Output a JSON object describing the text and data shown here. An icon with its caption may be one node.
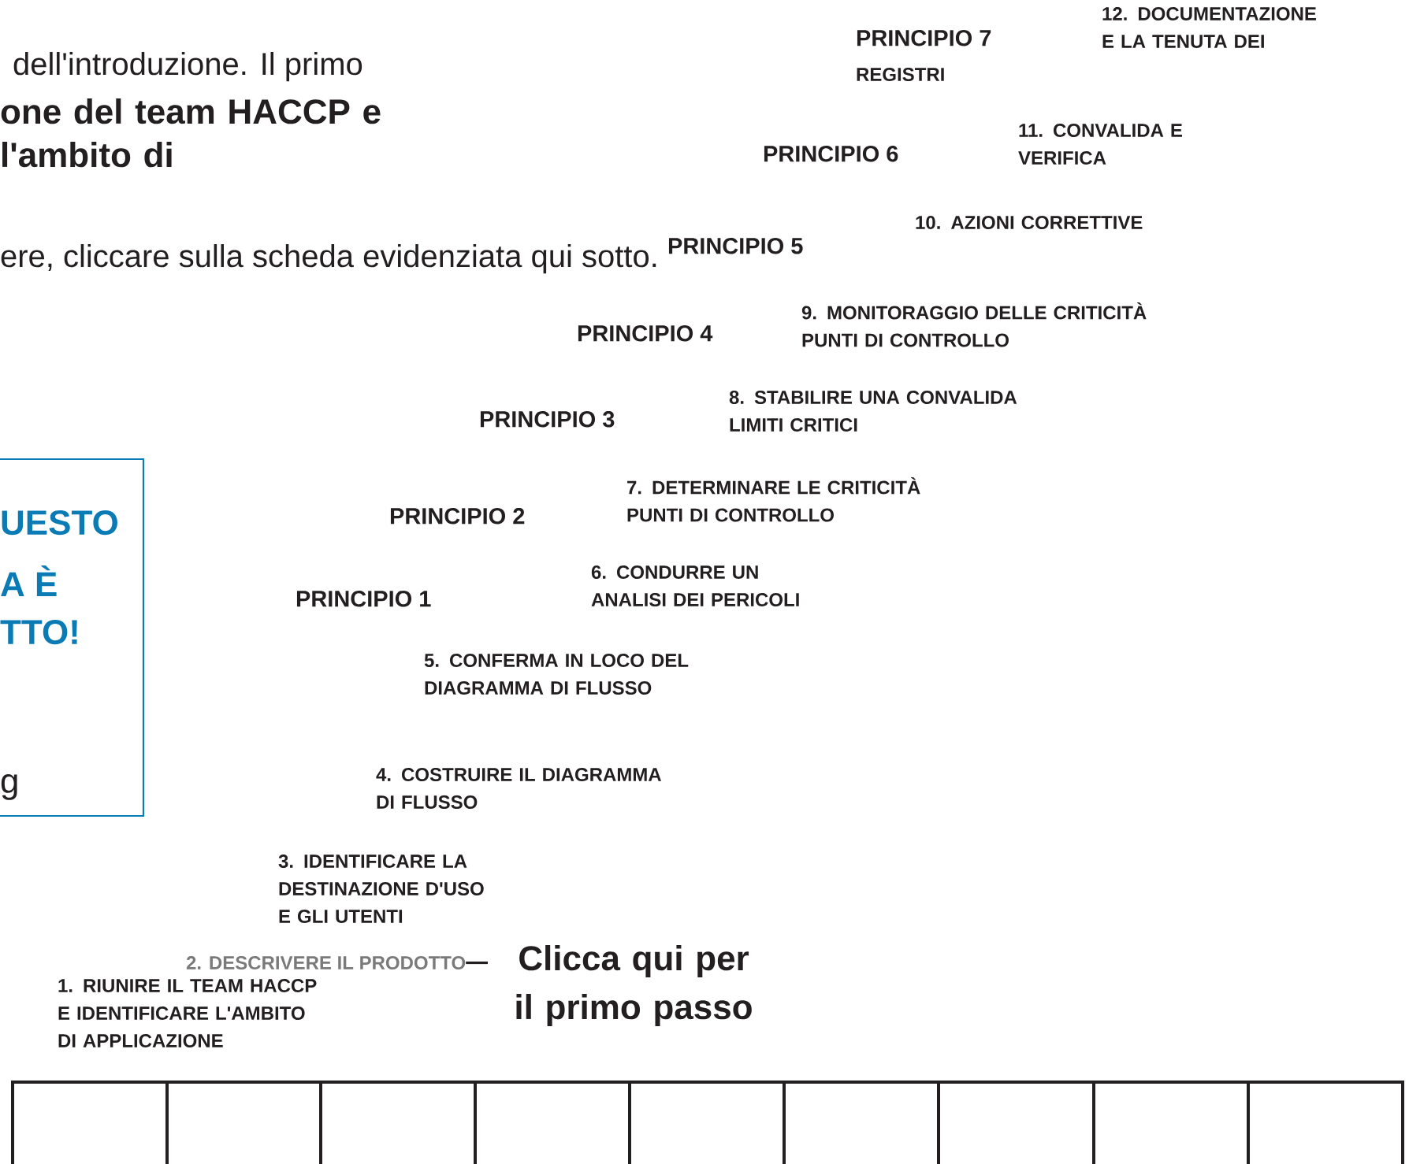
{
  "diagram": {
    "nodes": [
      {
        "text": [
          "UESTO",
          "**A** È",
          "TTO!",
          "g"
        ]
      },
      {
        "text": [
          "Clicca qui per il primo passo"
        ]
      },
      {
        "text": [
          "2. DESCRIVERE IL PRODOTTO"
        ]
      },
      {
        "text": [],
        "shape": "box"
      },
      {
        "text": [],
        "shape": "box"
      },
      {
        "text": [],
        "shape": "box"
      },
      {
        "text": [],
        "shape": "box"
      },
      {
        "text": [],
        "shape": "box"
      },
      {
        "text": [],
        "shape": "box"
      },
      {
        "text": [],
        "shape": "box"
      },
      {
        "text": [],
        "shape": "box"
      },
      {
        "text": [],
        "shape": "box"
      }
    ],
    "edges": [
      {
        "from": 1,
        "to": 2,
        "arrow": "none"
      }
    ],
    "labels": [
      "12. DOCUMENTAZIONE E LA TENUTA DEI",
      "PRINCIPIO 7",
      "dell'introduzione. Il primo",
      "one del team HACCP e l'ambito di",
      "REGISTRI",
      "11. CONVALIDA E VERIFICA",
      "PRINCIPIO 6",
      "10. AZIONI CORRETTIVE",
      "PRINCIPIO 5",
      "ere, cliccare sulla scheda evidenziata qui sotto.",
      "9. MONITORAGGIO DELLE CRITICITÀ PUNTI DI CONTROLLO",
      "PRINCIPIO 4",
      "8. STABILIRE UNA CONVALIDA LIMITI CRITICI",
      "PRINCIPIO 3",
      "7. DETERMINARE LE CRITICITÀ PUNTI DI CONTROLLO",
      "PRINCIPIO 2",
      "6. CONDURRE UN ANALISI DEI PERICOLI",
      "PRINCIPIO 1",
      "5. CONFERMA IN LOCO DEL DIAGRAMMA DI FLUSSO",
      "4. COSTRUIRE IL DIAGRAMMA DI FLUSSO",
      "3. IDENTIFICARE LA DESTINAZIONE D'USO E GLI UTENTI",
      "1. RIUNIRE IL TEAM HACCP E IDENTIFICARE L'AMBITO DI APPLICAZIONE"
    ]
  }
}
